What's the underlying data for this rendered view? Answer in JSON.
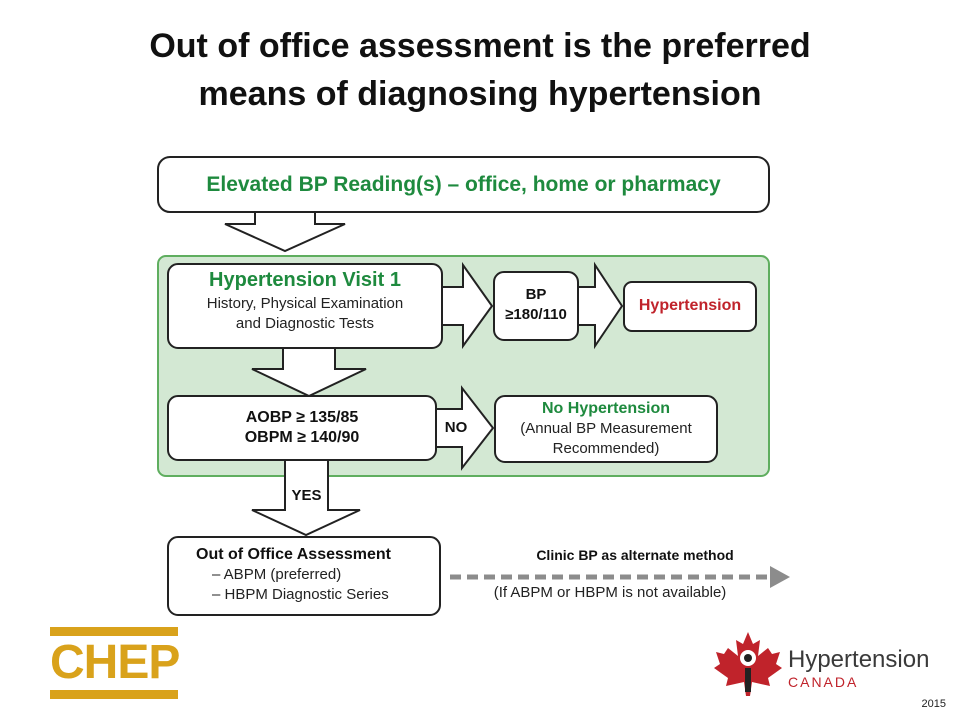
{
  "title": {
    "line1": "Out of office assessment is the preferred",
    "line2": "means of diagnosing hypertension"
  },
  "flow": {
    "elevated": "Elevated BP Reading(s) – office, home or pharmacy",
    "visit_title": "Hypertension Visit 1",
    "visit_line1": "History, Physical Examination",
    "visit_line2": "and Diagnostic Tests",
    "bp_line1": "BP",
    "bp_line2": "≥180/110",
    "hypertension": "Hypertension",
    "aobp": "AOBP ≥ 135/85",
    "obpm": "OBPM ≥ 140/90",
    "no": "NO",
    "no_htn_title": "No Hypertension",
    "no_htn_line1": "(Annual BP Measurement",
    "no_htn_line2": "Recommended)",
    "yes": "YES",
    "ooo_title": "Out of Office Assessment",
    "ooo_item1": "– ABPM (preferred)",
    "ooo_item2": "– HBPM Diagnostic Series",
    "clinic_title": "Clinic BP as alternate method",
    "clinic_note": "(If ABPM or HBPM is not available)"
  },
  "logos": {
    "chep": "CHEP",
    "htn_word1": "Hypertension",
    "htn_word2": "CANADA",
    "chep_color": "#d9a21b",
    "htn_red": "#c0232b"
  },
  "colors": {
    "green_text": "#1e8a3e",
    "green_panel": "#d3e8d3",
    "green_border": "#5fae5f"
  },
  "year": "2015"
}
